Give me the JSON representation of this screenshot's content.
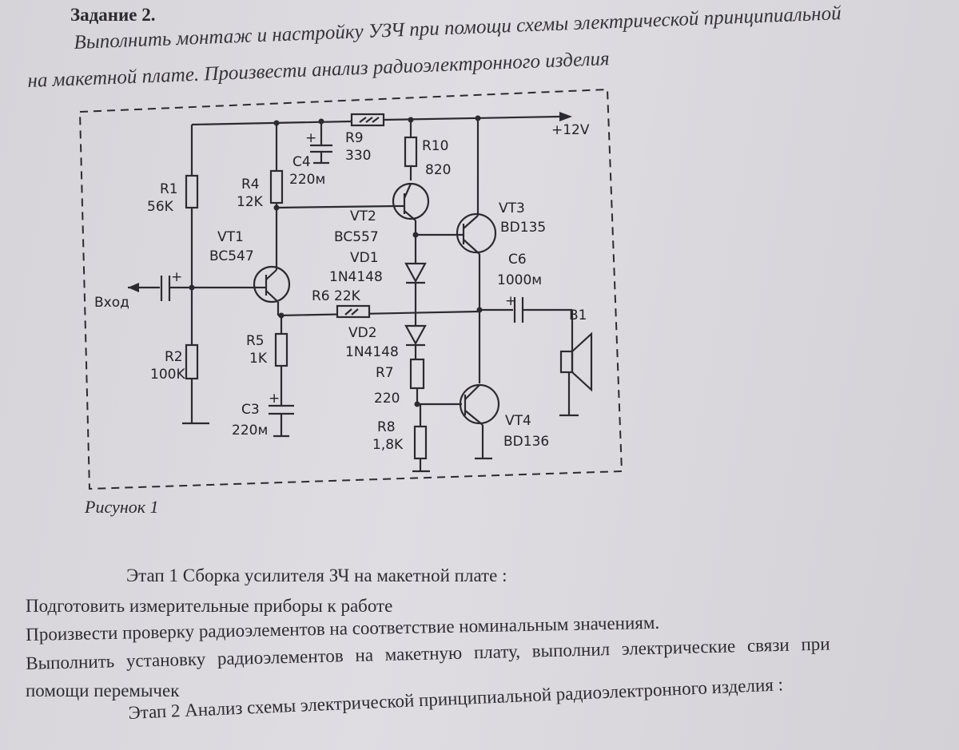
{
  "heading": "Задание 2.",
  "intro": {
    "line1": "Выполнить монтаж и настройку УЗЧ при помощи схемы электрической принципиальной",
    "line2": "на макетной плате. Произвести анализ радиоэлектронного изделия"
  },
  "schematic": {
    "supply": "+12V",
    "input": "Вход",
    "r1": {
      "name": "R1",
      "value": "56K"
    },
    "r2": {
      "name": "R2",
      "value": "100K"
    },
    "r4": {
      "name": "R4",
      "value": "12K"
    },
    "r5": {
      "name": "R5",
      "value": "1K"
    },
    "r6": {
      "name": "R6",
      "value": "22K"
    },
    "r7": {
      "name": "R7",
      "value": "220"
    },
    "r8": {
      "name": "R8",
      "value": "1,8K"
    },
    "r9": {
      "name": "R9",
      "value": "330"
    },
    "r10": {
      "name": "R10",
      "value": "820"
    },
    "c3": {
      "name": "C3",
      "value": "220м"
    },
    "c4": {
      "name": "C4",
      "value": "220м"
    },
    "c6": {
      "name": "C6",
      "value": "1000м"
    },
    "vt1": {
      "name": "VT1",
      "value": "BC547"
    },
    "vt2": {
      "name": "VT2",
      "value": "BC557"
    },
    "vt3": {
      "name": "VT3",
      "value": "BD135"
    },
    "vt4": {
      "name": "VT4",
      "value": "BD136"
    },
    "vd1": {
      "name": "VD1",
      "value": "1N4148"
    },
    "vd2": {
      "name": "VD2",
      "value": "1N4148"
    },
    "b1": "B1",
    "plus": "+"
  },
  "caption": "Рисунок 1",
  "steps": [
    "Этап 1 Сборка усилителя ЗЧ на макетной плате :",
    "Подготовить измерительные приборы к работе",
    "Произвести проверку радиоэлементов на соответствие номинальным значениям.",
    "Выполнить установку радиоэлементов на макетную плату, выполнил электрические связи при",
    "помощи перемычек",
    "Этап 2 Анализ схемы электрической принципиальной радиоэлектронного изделия :"
  ]
}
